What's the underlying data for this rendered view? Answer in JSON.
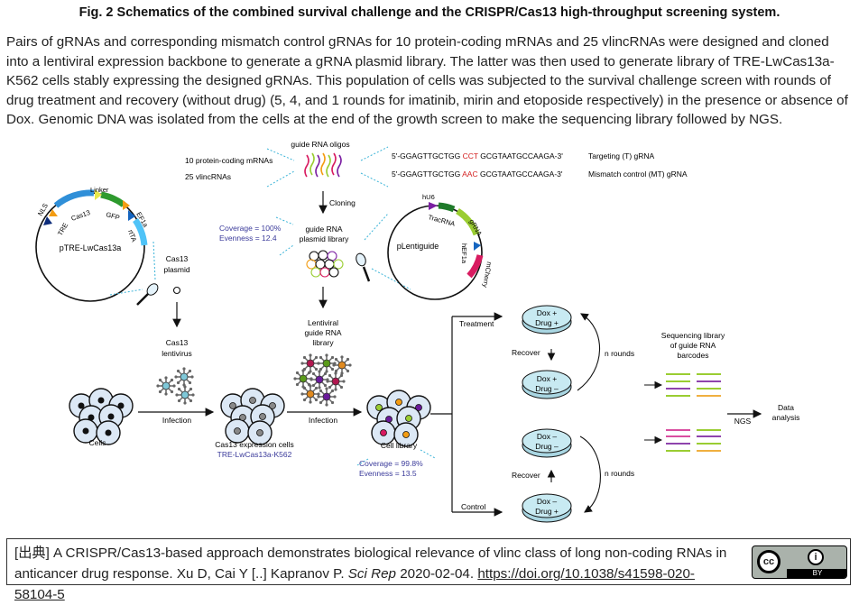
{
  "figure": {
    "title": "Fig. 2 Schematics of the combined survival challenge and the CRISPR/Cas13 high-throughput screening system.",
    "caption": "Pairs of gRNAs and corresponding mismatch control gRNAs for 10 protein-coding mRNAs and 25 vlincRNAs were designed and cloned into a lentiviral expression backbone to generate a gRNA plasmid library. The latter was then used to generate library of TRE-LwCas13a-K562 cells stably expressing the designed gRNAs. This population of cells was subjected to the survival challenge screen with rounds of drug treatment and recovery (without drug) (5, 4, and 1 rounds for imatinib, mirin and etoposide respectively) in the presence or absence of Dox. Genomic DNA was isolated from the cells at the end of the growth screen to make the sequencing library followed by NGS."
  },
  "diagram": {
    "oligos": {
      "label": "guide RNA oligos",
      "targets": [
        "10 protein-coding mRNAs",
        "25 vlincRNAs"
      ]
    },
    "sequences": [
      {
        "prefix": "5'-GGAGTTGCTGG ",
        "highlight": "CCT",
        "suffix": " GCGTAATGCCAAGA-3'",
        "label": "Targeting (T) gRNA"
      },
      {
        "prefix": "5'-GGAGTTGCTGG ",
        "highlight": "AAC",
        "suffix": " GCGTAATGCCAAGA-3'",
        "label": "Mismatch control (MT) gRNA"
      }
    ],
    "cloning_label": "Cloning",
    "plasmid_library": {
      "label_line1": "guide RNA",
      "label_line2": "plasmid library",
      "coverage": "Coverage = 100%",
      "evenness": "Evenness = 12.4"
    },
    "cas13_plasmid": {
      "name": "pTRE-LwCas13a",
      "features": [
        "NLS",
        "TRE",
        "Cas13",
        "Linker",
        "GFP",
        "EF1a",
        "rtTA"
      ],
      "label_line1": "Cas13",
      "label_line2": "plasmid"
    },
    "guide_plasmid": {
      "name": "pLentiguide",
      "features": [
        "hU6",
        "TracRNA",
        "gRNA",
        "hEF1a",
        "mCherry"
      ]
    },
    "cas13_lentivirus": {
      "line1": "Cas13",
      "line2": "lentivirus"
    },
    "lentiviral_library": {
      "line1": "Lentiviral",
      "line2": "guide RNA",
      "line3": "library"
    },
    "cells_label": "Cells",
    "infection_label": "Infection",
    "expression_cells": {
      "label": "Cas13 expression cells",
      "line": "TRE-LwCas13a-K562"
    },
    "cell_library": {
      "label": "Cell library",
      "coverage": "Coverage = 99.8%",
      "evenness": "Evenness = 13.5"
    },
    "treatment_label": "Treatment",
    "control_label": "Control",
    "recover_label": "Recover",
    "rounds_label": "n rounds",
    "dishes": [
      {
        "line1": "Dox +",
        "line2": "Drug +"
      },
      {
        "line1": "Dox +",
        "line2": "Drug –"
      },
      {
        "line1": "Dox –",
        "line2": "Drug –"
      },
      {
        "line1": "Dox –",
        "line2": "Drug +"
      }
    ],
    "sequencing": {
      "line1": "Sequencing library",
      "line2": "of guide RNA",
      "line3": "barcodes"
    },
    "ngs_label": "NGS",
    "data_analysis": {
      "line1": "Data",
      "line2": "analysis"
    },
    "colors": {
      "dotted_line": "#3cb4d8",
      "stats_text": "#3a3a9a",
      "sequence_highlight": "#d42020",
      "cell_fill": "#dce8f5",
      "dish_fill": "#bfe6ee",
      "cas13_arrow": "#2f8fd8",
      "gfp_arrow": "#2e9a2e",
      "tracrna_arrow": "#1f7a2a",
      "grna_arrow": "#9acd32",
      "mcherry_arrow": "#d81b60",
      "hu6_arrow": "#7b1fa2"
    }
  },
  "source": {
    "prefix": "[出典] A CRISPR/Cas13-based approach demonstrates biological relevance of vlinc class of long non-coding RNAs in anticancer drug response. Xu D, Cai Y [..] Kapranov P. ",
    "journal": "Sci Rep",
    "date": " 2020-02-04. ",
    "doi": "https://doi.org/10.1038/s41598-020-58104-5",
    "license_cc": "cc",
    "license_by": "BY"
  }
}
